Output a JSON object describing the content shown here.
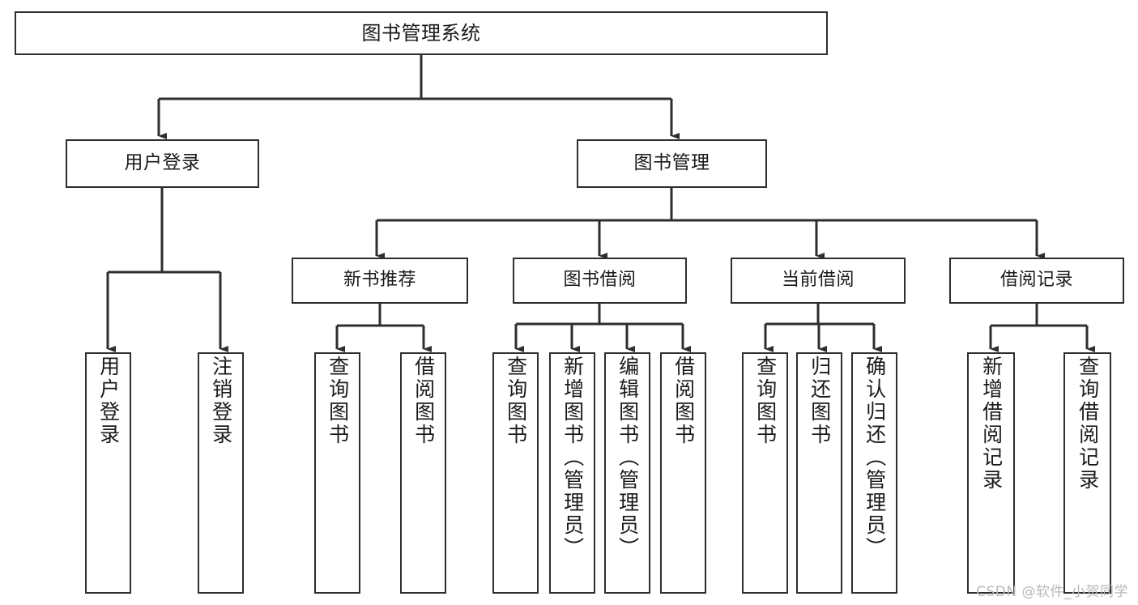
{
  "diagram": {
    "type": "tree-hierarchy-chart",
    "title": "图书管理系统",
    "line_color": "#2e2e2e",
    "box_fill": "#ffffff",
    "text_color": "#1a1a1a",
    "watermark": "CSDN @软件_小贺同学",
    "nodes": {
      "root": {
        "label": "图书管理系统",
        "level": 1
      },
      "l2": [
        {
          "id": "user-login",
          "label": "用户登录",
          "level": 2
        },
        {
          "id": "book-manage",
          "label": "图书管理",
          "level": 2
        }
      ],
      "l3": [
        {
          "id": "new-book-recommend",
          "label": "新书推荐",
          "level": 3,
          "parent": "book-manage"
        },
        {
          "id": "book-borrow",
          "label": "图书借阅",
          "level": 3,
          "parent": "book-manage"
        },
        {
          "id": "current-borrow",
          "label": "当前借阅",
          "level": 3,
          "parent": "book-manage"
        },
        {
          "id": "borrow-record",
          "label": "借阅记录",
          "level": 3,
          "parent": "book-manage"
        }
      ],
      "leaves": [
        {
          "id": "leaf-user-login",
          "label": "用户登录",
          "parent": "user-login"
        },
        {
          "id": "leaf-user-logout",
          "label": "注销登录",
          "parent": "user-login"
        },
        {
          "id": "leaf-query-book-rec",
          "label": "查询图书",
          "parent": "new-book-recommend"
        },
        {
          "id": "leaf-borrow-book-rec",
          "label": "借阅图书",
          "parent": "new-book-recommend"
        },
        {
          "id": "leaf-query-book-borrow",
          "label": "查询图书",
          "parent": "book-borrow"
        },
        {
          "id": "leaf-add-book",
          "label": "新增图书（管理员）",
          "parent": "book-borrow"
        },
        {
          "id": "leaf-edit-book",
          "label": "编辑图书（管理员）",
          "parent": "book-borrow"
        },
        {
          "id": "leaf-borrow-book",
          "label": "借阅图书",
          "parent": "book-borrow"
        },
        {
          "id": "leaf-query-book-current",
          "label": "查询图书",
          "parent": "current-borrow"
        },
        {
          "id": "leaf-return-book",
          "label": "归还图书",
          "parent": "current-borrow"
        },
        {
          "id": "leaf-confirm-return",
          "label": "确认归还（管理员）",
          "parent": "current-borrow"
        },
        {
          "id": "leaf-add-record",
          "label": "新增借阅记录",
          "parent": "borrow-record"
        },
        {
          "id": "leaf-query-record",
          "label": "查询借阅记录",
          "parent": "borrow-record"
        }
      ]
    }
  }
}
